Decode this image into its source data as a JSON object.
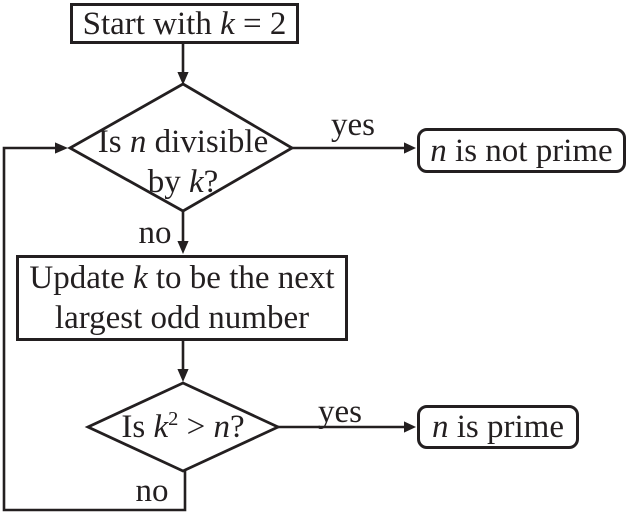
{
  "diagram": {
    "type": "flowchart",
    "colors": {
      "ink": "#231f20",
      "background": "#ffffff"
    },
    "nodes": {
      "start": {
        "shape": "rectangle",
        "text": [
          {
            "t": "Start with "
          },
          {
            "t": "k",
            "i": true
          },
          {
            "t": " = 2"
          }
        ]
      },
      "decision_divisible": {
        "shape": "diamond",
        "line1": [
          {
            "t": "Is "
          },
          {
            "t": "n",
            "i": true
          },
          {
            "t": " divisible"
          }
        ],
        "line2": [
          {
            "t": "by "
          },
          {
            "t": "k",
            "i": true
          },
          {
            "t": "?"
          }
        ]
      },
      "not_prime": {
        "shape": "rounded-rectangle",
        "text": [
          {
            "t": "n",
            "i": true
          },
          {
            "t": " is not prime"
          }
        ]
      },
      "update": {
        "shape": "rectangle",
        "line1": [
          {
            "t": "Update "
          },
          {
            "t": "k",
            "i": true
          },
          {
            "t": " to be the next"
          }
        ],
        "line2": [
          {
            "t": "largest odd number"
          }
        ]
      },
      "decision_square": {
        "shape": "diamond",
        "text": [
          {
            "t": "Is "
          },
          {
            "t": "k",
            "i": true
          },
          {
            "t": "2",
            "sup": true
          },
          {
            "t": " > "
          },
          {
            "t": "n",
            "i": true
          },
          {
            "t": "?"
          }
        ]
      },
      "prime": {
        "shape": "rounded-rectangle",
        "text": [
          {
            "t": "n",
            "i": true
          },
          {
            "t": " is prime"
          }
        ]
      }
    },
    "edge_labels": {
      "divisible_yes": "yes",
      "divisible_no": "no",
      "square_yes": "yes",
      "square_no": "no"
    }
  }
}
